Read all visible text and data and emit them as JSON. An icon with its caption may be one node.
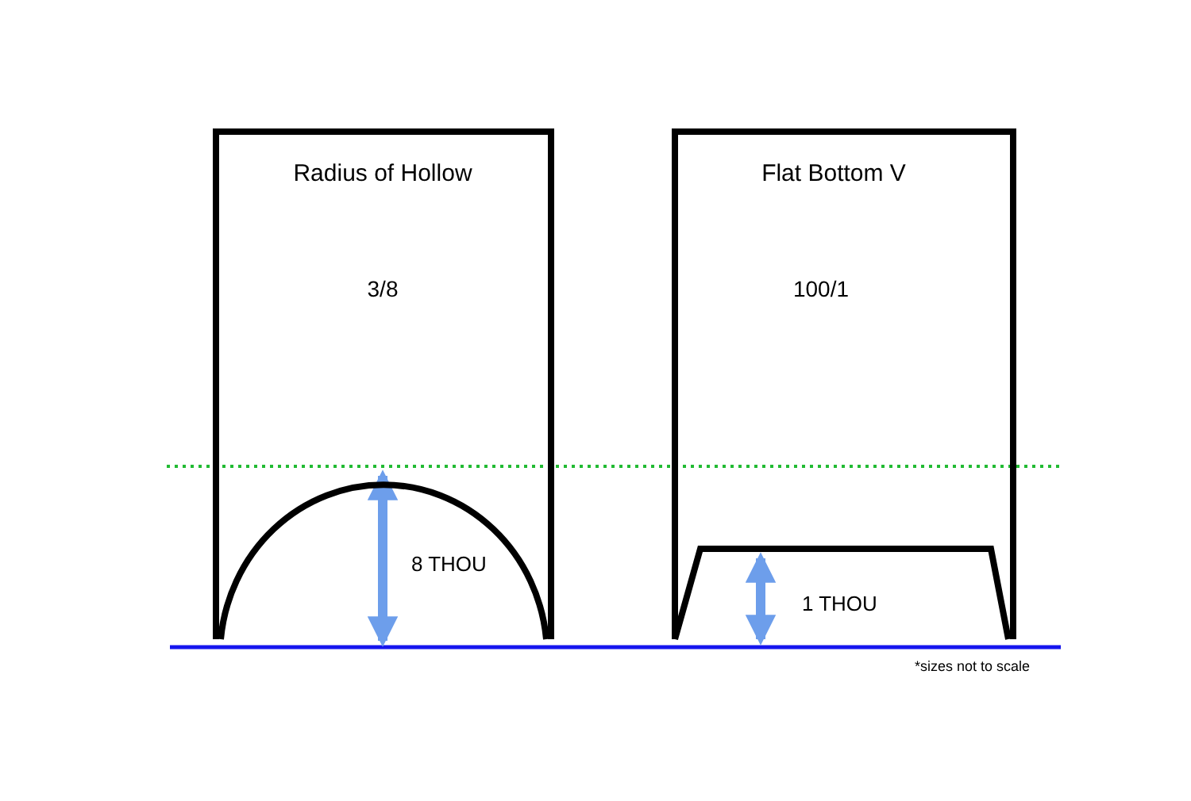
{
  "diagram": {
    "nodes": [
      {
        "text": [
          "Radius of Hollow",
          "3/8"
        ]
      },
      {
        "text": [
          "Flat Bottom V",
          "100/1"
        ]
      }
    ],
    "labels": [
      "8 THOU",
      "1 THOU",
      "*sizes not to scale"
    ]
  }
}
